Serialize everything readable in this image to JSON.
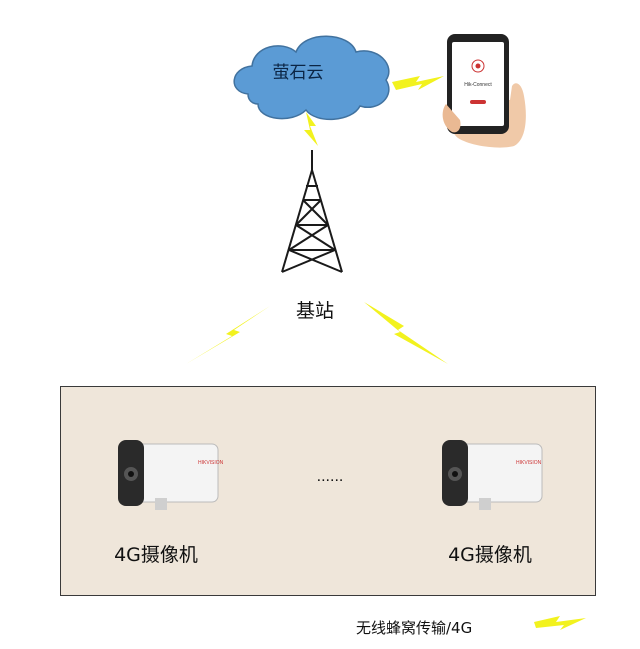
{
  "cloud": {
    "label": "萤石云"
  },
  "phone": {
    "screen_text": "Hik-Connect"
  },
  "base_station": {
    "label": "基站"
  },
  "cameras": [
    {
      "label": "4G摄像机",
      "brand": "HIKVISION"
    },
    {
      "label": "4G摄像机",
      "brand": "HIKVISION"
    }
  ],
  "ellipsis": "......",
  "legend": {
    "label": "无线蜂窝传输/4G",
    "icon": "lightning-bolt-icon"
  },
  "colors": {
    "cloud": "#5b9bd5",
    "bolt": "#f2f21e",
    "panel": "#efe6da"
  }
}
